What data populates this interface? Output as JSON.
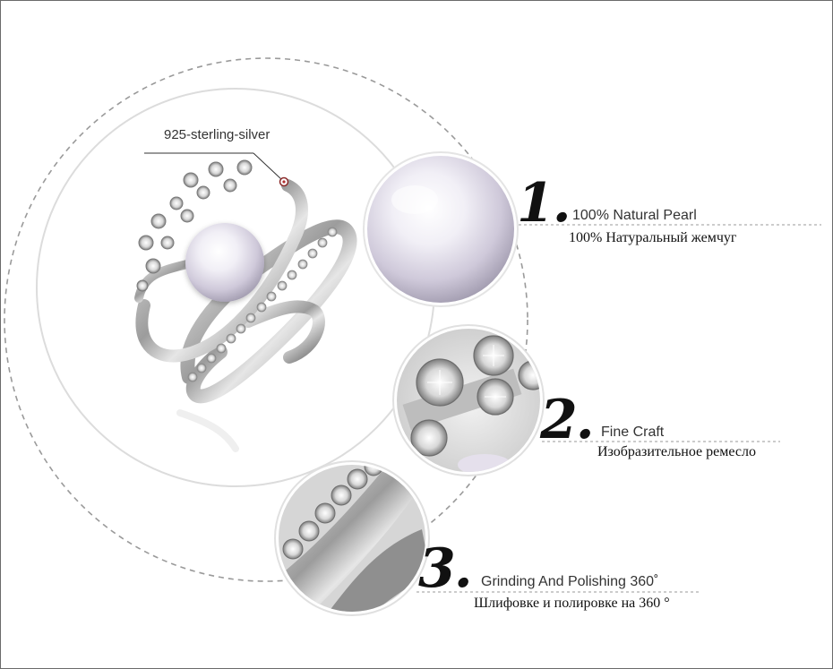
{
  "callout": {
    "material": "925-sterling-silver"
  },
  "features": [
    {
      "number": "1.",
      "title_en": "100% Natural Pearl",
      "title_ru": "100% Натуральный жемчуг"
    },
    {
      "number": "2.",
      "title_en": "Fine Craft",
      "title_ru": "Изобразительное ремесло"
    },
    {
      "number": "3.",
      "title_en": "Grinding And Polishing 360˚",
      "title_ru": "Шлифовке и полировке на 360 °"
    }
  ]
}
